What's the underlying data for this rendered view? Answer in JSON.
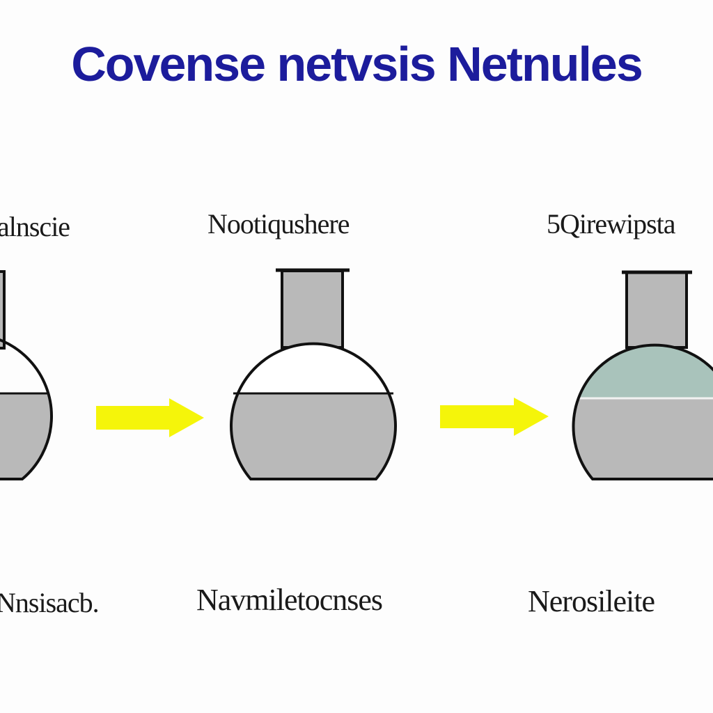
{
  "title": "Covense netvsis Netnules",
  "stages": [
    {
      "top_label": "alnscie",
      "bottom_label": "Nnsisacb."
    },
    {
      "top_label": "Nootiqushere",
      "bottom_label": "Navmiletocnses"
    },
    {
      "top_label": "5Qirewipsta",
      "bottom_label": "Nerosileite"
    }
  ],
  "colors": {
    "title": "#1c1c9c",
    "arrow": "#f5f50a",
    "liquid": "#b9b9b9",
    "top_layer": "#a9c3bb",
    "outline": "#111111"
  }
}
